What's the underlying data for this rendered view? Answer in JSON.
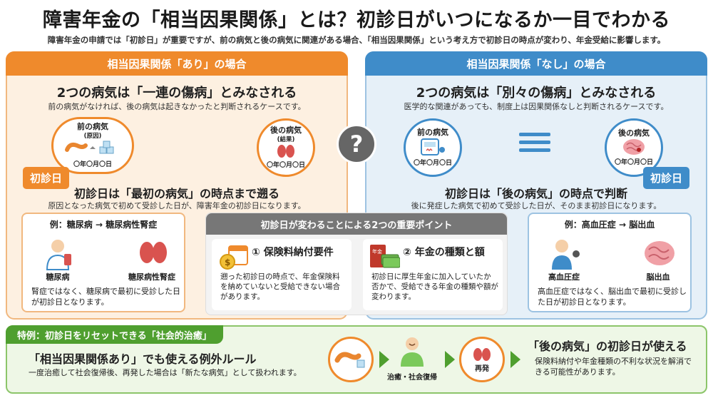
{
  "title": "障害年金の「相当因果関係」とは？初診日がいつになるか一目でわかる",
  "subtitle": "障害年金の申請では「初診日」が重要ですが、前の病気と後の病気に関連がある場合、「相当因果関係」という考え方で初診日の時点が変わり、年金受給に影響します。",
  "left": {
    "header": "相当因果関係「あり」の場合",
    "heading": "2つの病気は「一連の傷病」とみなされる",
    "desc": "前の病気がなければ、後の病気は起きなかったと判断されるケースです。",
    "prev_label": "前の病気",
    "prev_sub": "(原因)",
    "prev_date": "〇年〇月〇日",
    "next_label": "後の病気",
    "next_sub": "(結果)",
    "next_date": "〇年〇月〇日",
    "badge": "初診日",
    "conclusion": "初診日は「最初の病気」の時点まで遡る",
    "conclusion_desc": "原因となった病気で初めて受診した日が、障害年金の初診日になります。",
    "example_title": "例：糖尿病 → 糖尿病性腎症",
    "example_a": "糖尿病",
    "example_b": "糖尿病性腎症",
    "example_desc": "腎症ではなく、糖尿病で最初に受診した日が初診日となります。"
  },
  "right": {
    "header": "相当因果関係「なし」の場合",
    "heading": "2つの病気は「別々の傷病」とみなされる",
    "desc": "医学的な関連があっても、制度上は因果関係なしと判断されるケースです。",
    "prev_label": "前の病気",
    "prev_date": "〇年〇月〇日",
    "next_label": "後の病気",
    "next_date": "〇年〇月〇日",
    "badge": "初診日",
    "conclusion": "初診日は「後の病気」の時点で判断",
    "conclusion_desc": "後に発症した病気で初めて受診した日が、そのまま初診日になります。",
    "example_title": "例：高血圧症 → 脳出血",
    "example_a": "高血圧症",
    "example_b": "脳出血",
    "example_desc": "高血圧症ではなく、脳出血で最初に受診した日が初診日となります。"
  },
  "center": {
    "question": "?",
    "header": "初診日が変わることによる2つの重要ポイント",
    "point1_title": "① 保険料納付要件",
    "point1_desc": "遡った初診日の時点で、年金保険料を納めていないと受給できない場合があります。",
    "point2_title": "② 年金の種類と額",
    "point2_desc": "初診日に厚生年金に加入していたか否かで、受給できる年金の種類や額が変わります。",
    "point2_icon_text": "年金"
  },
  "special": {
    "header": "特例：初診日をリセットできる「社会的治癒」",
    "heading": "「相当因果関係あり」でも使える例外ルール",
    "desc": "一度治癒して社会復帰後、再発した場合は「新たな病気」として扱われます。",
    "step2_caption": "治癒・社会復帰",
    "step3_caption": "再発",
    "result_heading": "「後の病気」の初診日が使える",
    "result_desc": "保険料納付や年金種類の不利な状況を解消できる可能性があります。"
  },
  "colors": {
    "orange": "#ef8a2c",
    "blue": "#3f8cc9",
    "green": "#4f9f2f",
    "gray": "#777777"
  }
}
